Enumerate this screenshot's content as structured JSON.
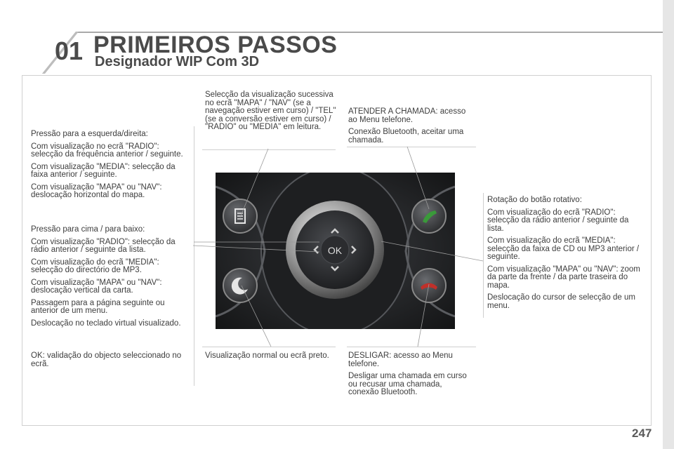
{
  "header": {
    "chapter": "01",
    "title": "PRIMEIROS PASSOS",
    "subtitle": "Designador WIP Com 3D"
  },
  "left": {
    "lr_lines": [
      "Pressão para a esquerda/direita:",
      "Com visualização no ecrã \"RADIO\": selecção da frequência anterior / seguinte.",
      "Com visualização \"MEDIA\": selecção da faixa anterior / seguinte.",
      "Com visualização \"MAPA\" ou \"NAV\": deslocação horizontal do mapa."
    ],
    "ud_lines": [
      "Pressão para cima / para baixo:",
      "Com visualização \"RADIO\": selecção da rádio anterior / seguinte da lista.",
      "Com visualização do ecrã \"MEDIA\": selecção do directório de MP3.",
      "Com visualização \"MAPA\" ou \"NAV\": deslocação vertical da carta.",
      "Passagem para a página seguinte ou anterior de um menu.",
      "Deslocação no teclado virtual visualizado."
    ],
    "ok_text": "OK: validação do objecto seleccionado no ecrã."
  },
  "top_center": "Selecção da visualização sucessiva no ecrã \"MAPA\" / \"NAV\" (se a navegação estiver em curso) / \"TEL\" (se a conversão estiver em curso) / \"RADIO\" ou \"MEDIA\" em leitura.",
  "top_right": [
    "ATENDER A CHAMADA: acesso ao Menu telefone.",
    "Conexão Bluetooth, aceitar uma chamada."
  ],
  "right": [
    "Rotação do botão rotativo:",
    "Com visualização do ecrã \"RADIO\": selecção da rádio anterior / seguinte da lista.",
    "Com visualização do ecrã \"MEDIA\": selecção da faixa de CD ou MP3 anterior / seguinte.",
    "Com visualização \"MAPA\" ou \"NAV\": zoom da parte da frente / da parte traseira do mapa.",
    "Deslocação do cursor de selecção de um menu."
  ],
  "bottom_center": "Visualização normal ou ecrã preto.",
  "bottom_right": [
    "DESLIGAR: acesso ao Menu telefone.",
    "Desligar uma chamada em curso ou recusar uma chamada, conexão Bluetooth."
  ],
  "controller": {
    "ok_label": "OK"
  },
  "page_number": "247",
  "colors": {
    "title": "#4a4a4a",
    "answer_green": "#3a9a3a",
    "hangup_red": "#c0302a"
  },
  "icons": [
    "list-icon",
    "phone-answer-icon",
    "moon-icon",
    "phone-hangup-icon",
    "chevron-up-icon",
    "chevron-down-icon",
    "chevron-left-icon",
    "chevron-right-icon"
  ]
}
